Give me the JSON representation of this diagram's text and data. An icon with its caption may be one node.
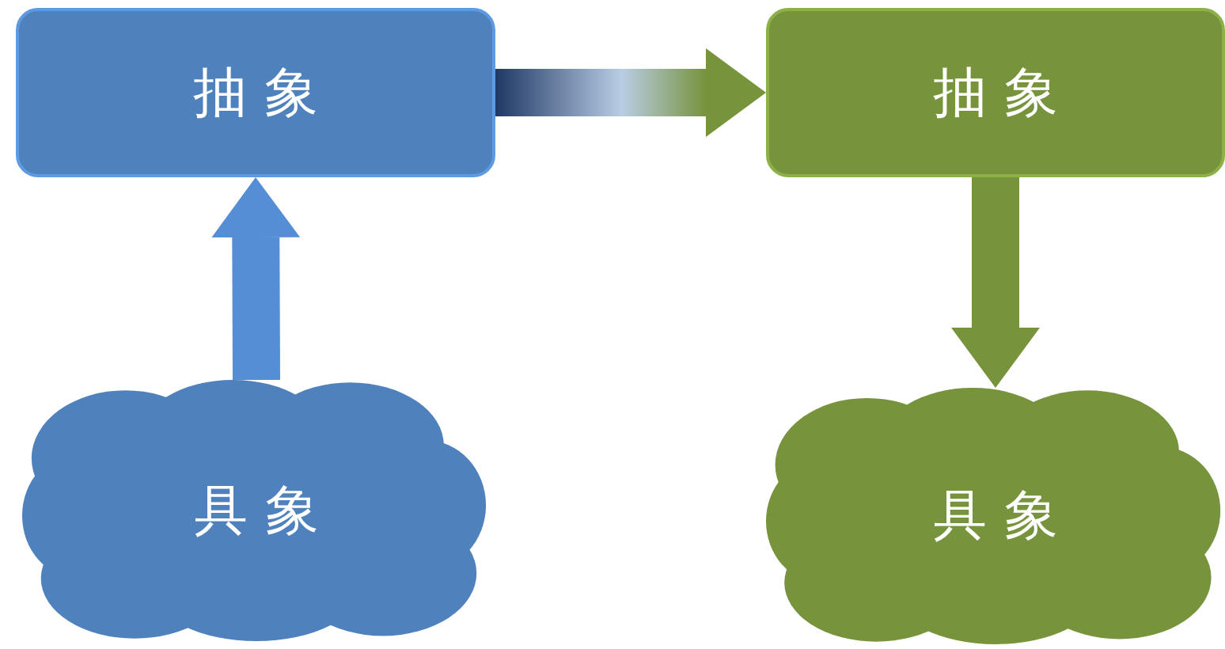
{
  "diagram": {
    "nodes": [
      {
        "text": [
          "抽 象"
        ]
      },
      {
        "text": [
          "抽 象"
        ]
      },
      {
        "text": [
          "具 象"
        ]
      },
      {
        "text": [
          "具 象"
        ]
      }
    ],
    "edges": [
      {
        "from": 2,
        "to": 0,
        "arrow": "to",
        "color": "#558ed5"
      },
      {
        "from": 0,
        "to": 1,
        "arrow": "to",
        "color": "#77933c"
      },
      {
        "from": 1,
        "to": 3,
        "arrow": "to",
        "color": "#77933c"
      }
    ]
  }
}
